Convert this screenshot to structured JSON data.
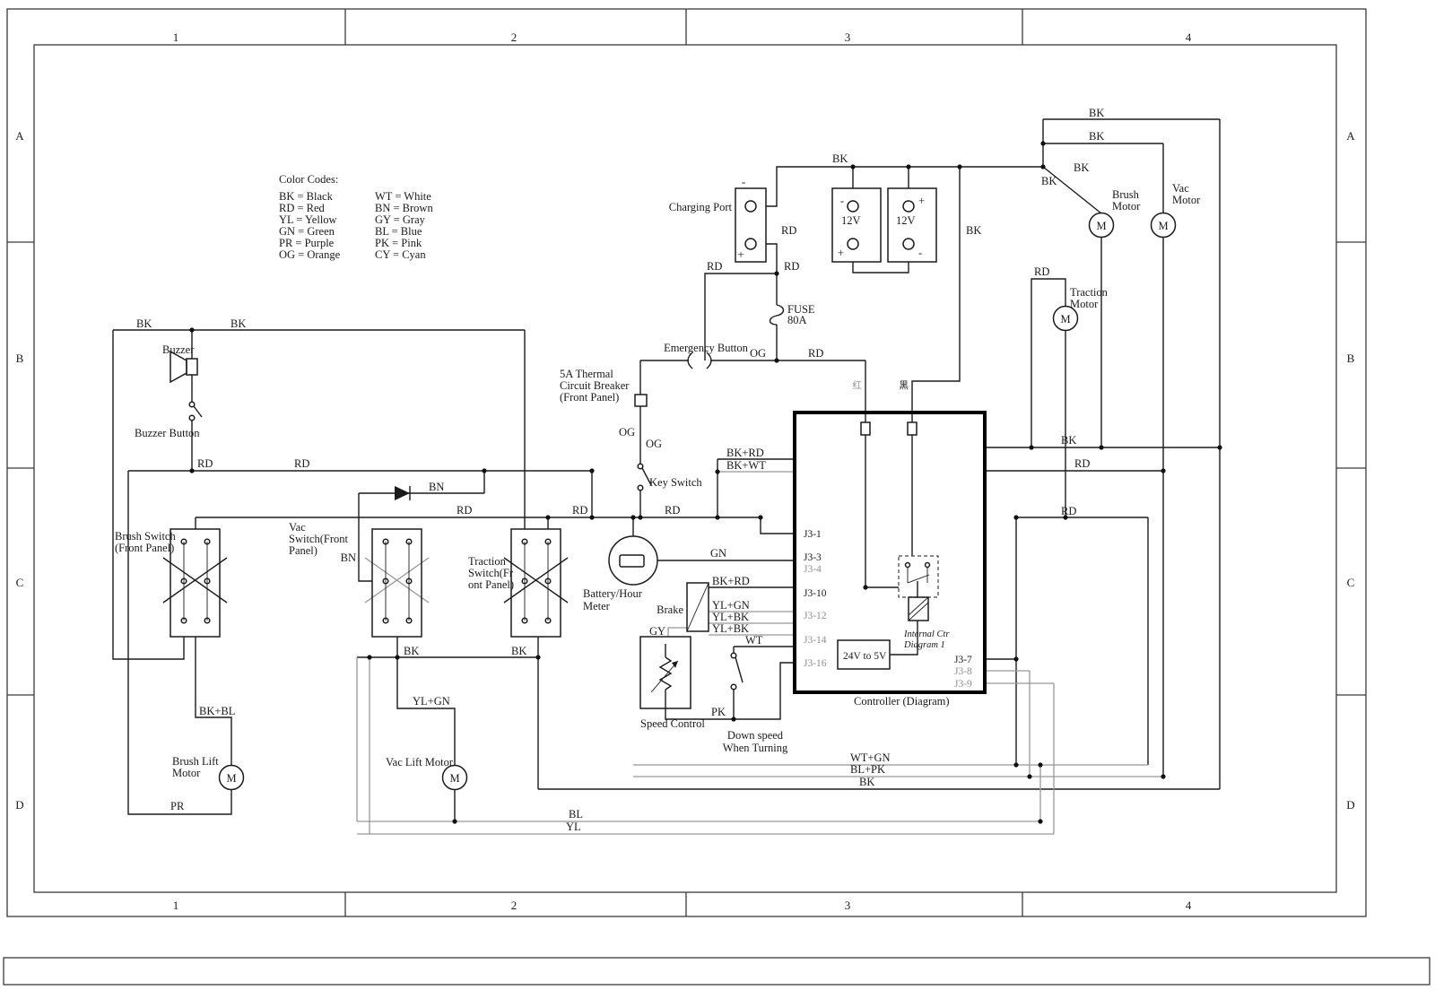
{
  "frame": {
    "cols": [
      "1",
      "2",
      "3",
      "4"
    ],
    "rows": [
      "A",
      "B",
      "C",
      "D"
    ]
  },
  "legend": {
    "title": "Color Codes:",
    "rows": [
      [
        "BK = Black",
        "WT = White"
      ],
      [
        "RD = Red",
        "BN = Brown"
      ],
      [
        "YL = Yellow",
        "GY = Gray"
      ],
      [
        "GN = Green",
        "BL = Blue"
      ],
      [
        "PR = Purple",
        "PK = Pink"
      ],
      [
        "OG = Orange",
        "CY = Cyan"
      ]
    ]
  },
  "codes": {
    "BK": "BK",
    "RD": "RD",
    "YL": "YL",
    "GN": "GN",
    "PR": "PR",
    "OG": "OG",
    "WT": "WT",
    "BN": "BN",
    "GY": "GY",
    "BL": "BL",
    "PK": "PK",
    "BKRD": "BK+RD",
    "BKWT": "BK+WT",
    "BKBL": "BK+BL",
    "YLGN": "YL+GN",
    "YLBK": "YL+BK",
    "WTGN": "WT+GN",
    "BLPK": "BL+PK"
  },
  "comp": {
    "charging": "Charging Port",
    "bat": "12V",
    "fuse1": "FUSE",
    "fuse2": "80A",
    "em": "Emergency Button",
    "th1": "5A Thermal",
    "th2": "Circuit Breaker",
    "th3": "(Front Panel)",
    "key": "Key Switch",
    "buzzer": "Buzzer",
    "buzzbtn": "Buzzer Button",
    "bs1": "Brush Switch",
    "bs2": "(Front Panel)",
    "vs1": "Vac",
    "vs2": "Switch(Front",
    "vs3": "Panel)",
    "ts1": "Traction",
    "ts2": "Switch(Fr",
    "ts3": "ont Panel)",
    "mt1": "Battery/Hour",
    "mt2": "Meter",
    "brake": "Brake",
    "speed": "Speed Control",
    "ds1": "Down speed",
    "ds2": "When Turning",
    "bm1": "Brush",
    "bm2": "Motor",
    "vm1": "Vac",
    "vm2": "Motor",
    "tm1": "Traction",
    "tm2": "Motor",
    "bl1": "Brush Lift",
    "bl2": "Motor",
    "vl": "Vac Lift Motor",
    "m": "M",
    "minus": "-",
    "plus": "+",
    "ctrl": "Controller (Diagram)",
    "dc": "24V to 5V",
    "ic1": "Internal Ctr",
    "ic2": "Diagram 1",
    "red": "红",
    "black": "黑"
  },
  "pins": {
    "j31": "J3-1",
    "j33": "J3-3",
    "j34": "J3-4",
    "j310": "J3-10",
    "j312": "J3-12",
    "j314": "J3-14",
    "j316": "J3-16",
    "j37": "J3-7",
    "j38": "J3-8",
    "j39": "J3-9"
  }
}
